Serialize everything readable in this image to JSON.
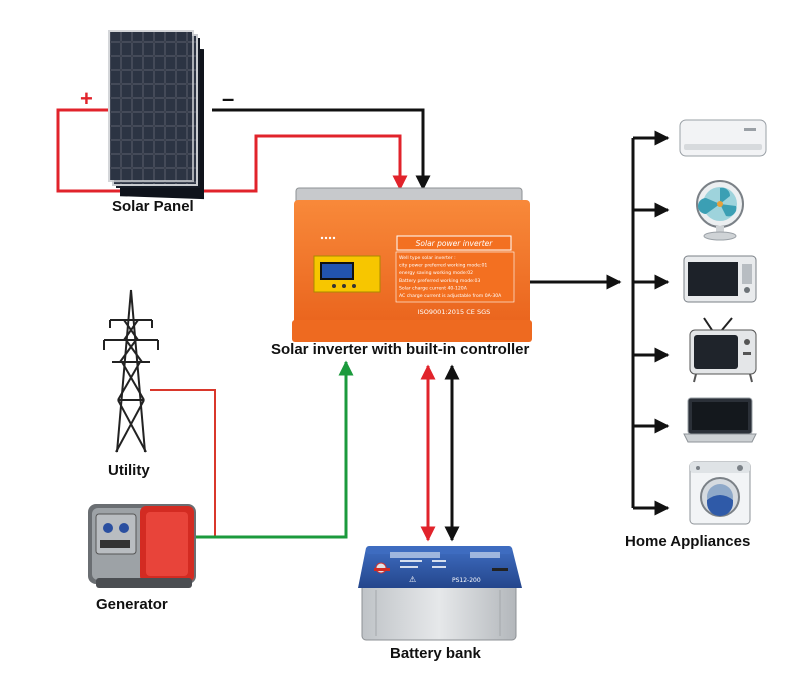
{
  "labels": {
    "solar_panel": "Solar Panel",
    "inverter": "Solar inverter with built-in controller",
    "utility": "Utility",
    "generator": "Generator",
    "battery": "Battery bank",
    "home_appliances": "Home Appliances"
  },
  "signs": {
    "plus": "+",
    "minus": "–"
  },
  "inverter_panel": {
    "title": "Solar power inverter",
    "spec_lines": [
      "Well type solar inverter :",
      "city power preferred working mode:01",
      "energy saving working mode:02",
      "Battery preferred working mode:03",
      "Solar charge current 40-120A",
      "AC charge current is adjustable from 0A-30A"
    ],
    "certification": "ISO9001:2015 CE SGS"
  },
  "battery_marks": {
    "left": "⚠",
    "right": "PS12-200"
  },
  "appliances": [
    {
      "icon": "air-conditioner-icon"
    },
    {
      "icon": "fan-icon"
    },
    {
      "icon": "microwave-icon"
    },
    {
      "icon": "tv-icon"
    },
    {
      "icon": "monitor-icon"
    },
    {
      "icon": "washing-machine-icon"
    }
  ],
  "colors": {
    "positive_wire": "#e1232b",
    "negative_wire": "#111111",
    "grid_wire": "#1b9a3c",
    "utility_wire": "#d9372b",
    "inverter_body": "#f37021",
    "battery_body": "#2f5aa8"
  }
}
